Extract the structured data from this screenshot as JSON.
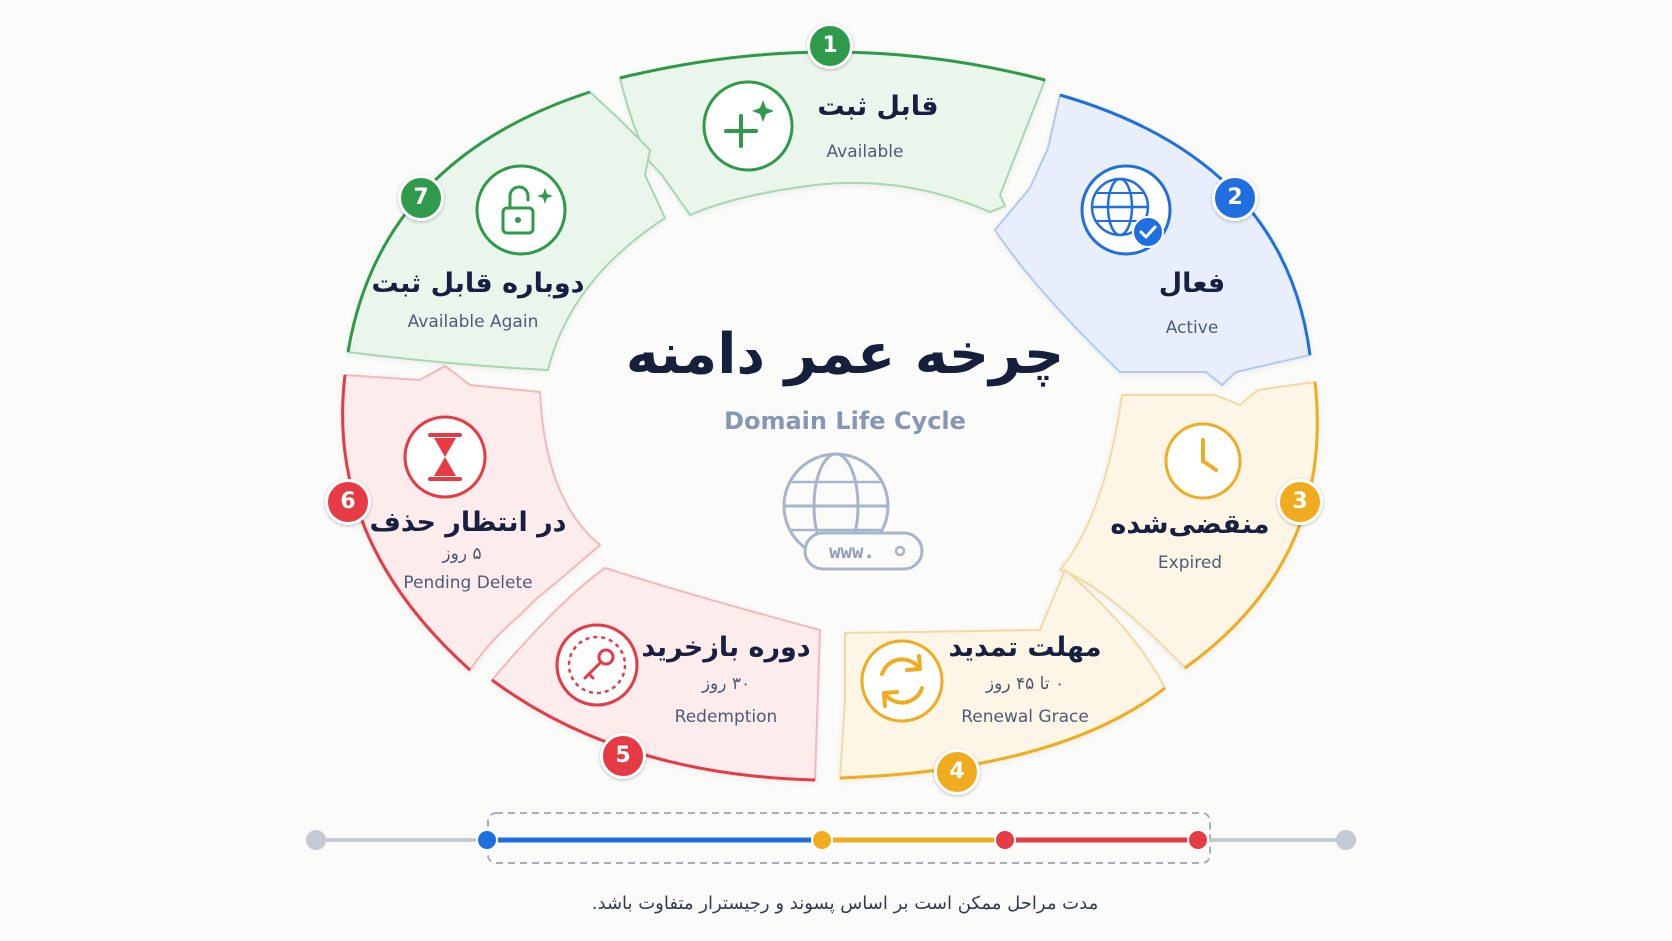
{
  "title": {
    "fa": "چرخه عمر دامنه",
    "en": "Domain Life Cycle"
  },
  "center_icon": {
    "name": "globe-icon",
    "text": "www."
  },
  "stages": [
    {
      "num": "1",
      "fa": "قابل ثبت",
      "en": "Available",
      "icon": "plus-sparkle-icon",
      "color": "#2e9a4a"
    },
    {
      "num": "2",
      "fa": "فعال",
      "en": "Active",
      "icon": "globe-check-icon",
      "color": "#1f6fe0"
    },
    {
      "num": "3",
      "fa": "منقضی‌شده",
      "en": "Expired",
      "icon": "clock-icon",
      "color": "#f0ac1e"
    },
    {
      "num": "4",
      "fa": "مهلت تمدید",
      "sub": "۰ تا ۴۵ روز",
      "en": "Renewal Grace",
      "icon": "refresh-icon",
      "color": "#f0ac1e"
    },
    {
      "num": "5",
      "fa": "دوره بازخرید",
      "sub": "۳۰ روز",
      "en": "Redemption",
      "icon": "dial-key-icon",
      "color": "#e63a45"
    },
    {
      "num": "6",
      "fa": "در انتظار حذف",
      "sub": "۵ روز",
      "en": "Pending Delete",
      "icon": "hourglass-icon",
      "color": "#e63a45"
    },
    {
      "num": "7",
      "fa": "دوباره قابل ثبت",
      "en": "Available Again",
      "icon": "unlock-sparkle-icon",
      "color": "#2e9a4a"
    }
  ],
  "timeline": {
    "colors": {
      "gray": "#c4cad3",
      "blue": "#1f6fe0",
      "orange": "#f0ac1e",
      "red": "#e63a45"
    }
  },
  "footnote": "مدت مراحل ممکن است بر اساس پسوند و رجیسترار متفاوت باشد."
}
